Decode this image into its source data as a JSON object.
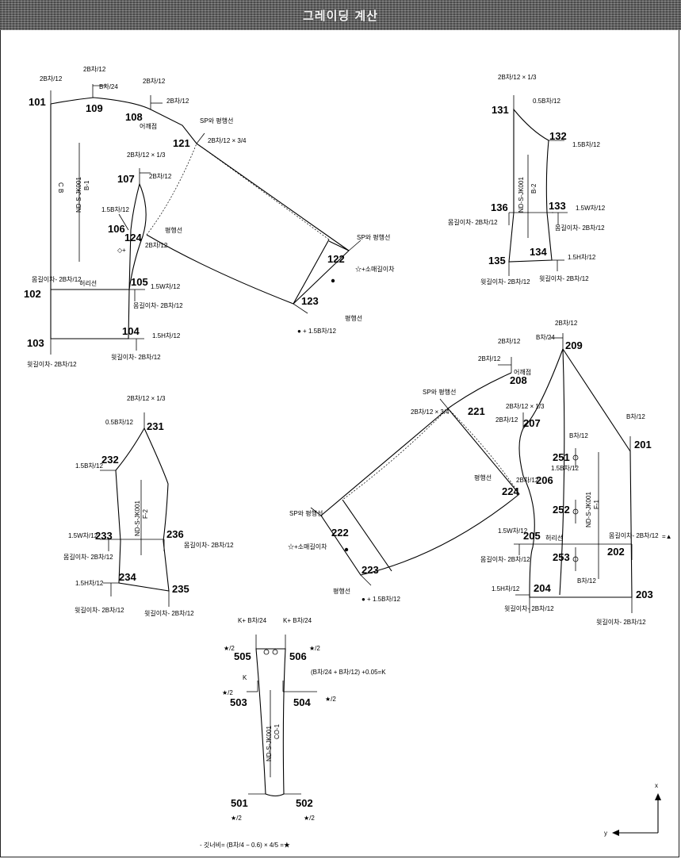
{
  "header": {
    "title": "그레이딩 계산"
  },
  "block_ids": {
    "front": "ND-S-JK001",
    "front_sub": "B-1",
    "front_cb": "C B",
    "back": "ND-S-JK001",
    "back_sub": "B-2",
    "sleeve_under": "ND-S-JK001",
    "sleeve_under_sub": "F-2",
    "back_piece": "ND-S-JK001",
    "back_piece_sub": "F-1",
    "collar": "ND-S-JK001",
    "collar_sub": "CO-1"
  },
  "points": {
    "p101": "101",
    "p102": "102",
    "p103": "103",
    "p104": "104",
    "p105": "105",
    "p106": "106",
    "p107": "107",
    "p108": "108",
    "p109": "109",
    "p121": "121",
    "p122": "122",
    "p123": "123",
    "p124": "124",
    "p131": "131",
    "p132": "132",
    "p133": "133",
    "p134": "134",
    "p135": "135",
    "p136": "136",
    "p201": "201",
    "p202": "202",
    "p203": "203",
    "p204": "204",
    "p205": "205",
    "p206": "206",
    "p207": "207",
    "p208": "208",
    "p209": "209",
    "p221": "221",
    "p222": "222",
    "p223": "223",
    "p224": "224",
    "p231": "231",
    "p232": "232",
    "p233": "233",
    "p234": "234",
    "p235": "235",
    "p236": "236",
    "p251": "251",
    "p252": "252",
    "p253": "253",
    "p501": "501",
    "p502": "502",
    "p503": "503",
    "p504": "504",
    "p505": "505",
    "p506": "506"
  },
  "labels": {
    "eokkae": "어깨점",
    "sp_parallel": "SP와 평행선",
    "parallel": "평행선",
    "heoriseon": "허리선",
    "sleeve_len": "☆+소매길이차",
    "body_len": "몸길이차",
    "top_len": "윗길이차",
    "body_len_2b": "몸길이차- 2B차/12",
    "top_len_2b": "윗길이차- 2B차/12"
  },
  "formulas": {
    "f_2b_12": "2B차/12",
    "f_b_24": "B차/24",
    "f_b_12": "B차/12",
    "f_15b_12": "1.5B차/12",
    "f_05b_12": "0.5B차/12",
    "f_15w_12": "1.5W차/12",
    "f_15h_12": "1.5H차/12",
    "f_2b_12_x13": "2B차/12 × 1/3",
    "f_2b_12_x34": "2B차/12 × 3/4",
    "f_k_b24": "K+ B차/24",
    "f_star_2": "★/2",
    "f_k": "K",
    "f_collar": "(B차/24 + B차/12) +0.05=K",
    "f_dot_15b": "● + 1.5B차/12",
    "f_diamond": "◇+",
    "f_body_eq": "=▲",
    "f_band": "- 깃너비= (B차/4 − 0.6) × 4/5 =★"
  },
  "axis": {
    "x": "x",
    "y": "y"
  }
}
